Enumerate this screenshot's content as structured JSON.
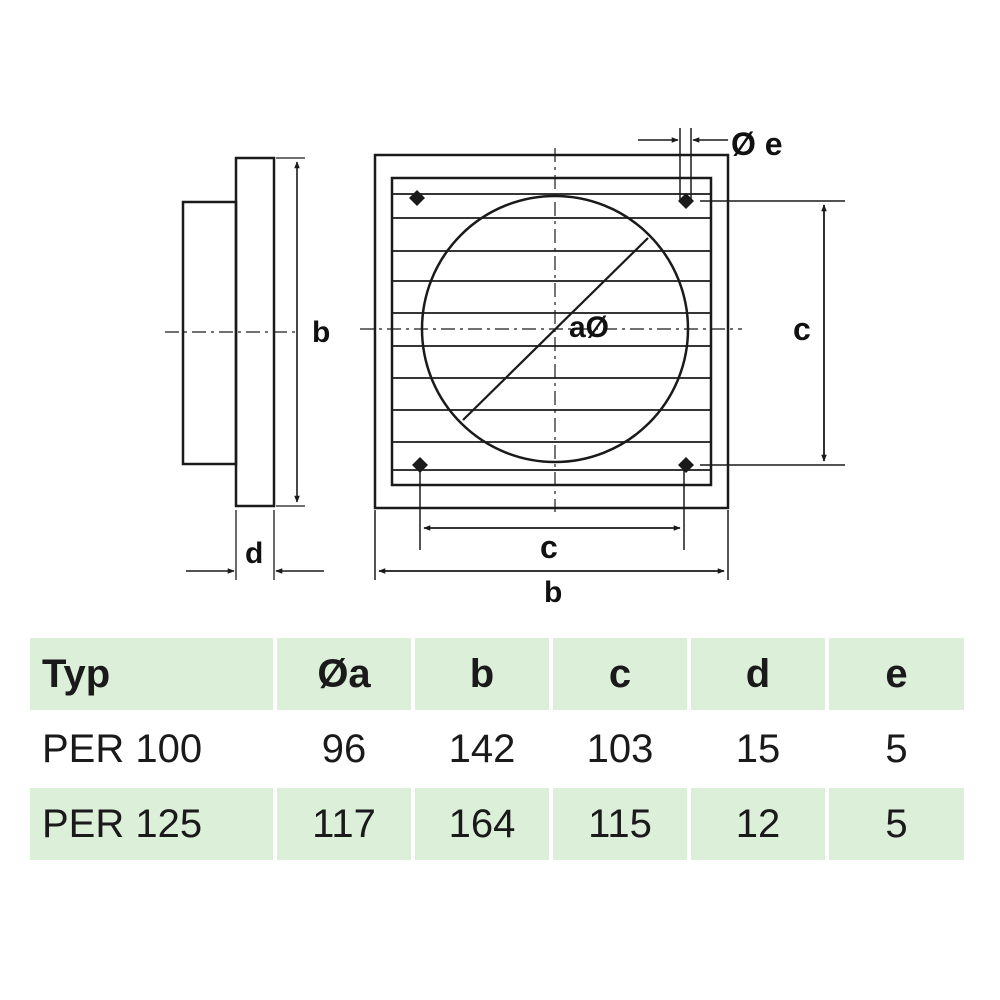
{
  "diagram": {
    "labels": {
      "side_b": "b",
      "side_d": "d",
      "front_a": "aØ",
      "front_c_right": "c",
      "front_c_bottom": "c",
      "front_b_bottom": "b",
      "front_e": "Ø e"
    }
  },
  "table": {
    "headers": [
      "Typ",
      "Øa",
      "b",
      "c",
      "d",
      "e"
    ],
    "rows": [
      [
        "PER 100",
        "96",
        "142",
        "103",
        "15",
        "5"
      ],
      [
        "PER 125",
        "117",
        "164",
        "115",
        "12",
        "5"
      ]
    ]
  },
  "colors": {
    "line": "#1a1a1a",
    "table_shade": "#dcefd9"
  }
}
